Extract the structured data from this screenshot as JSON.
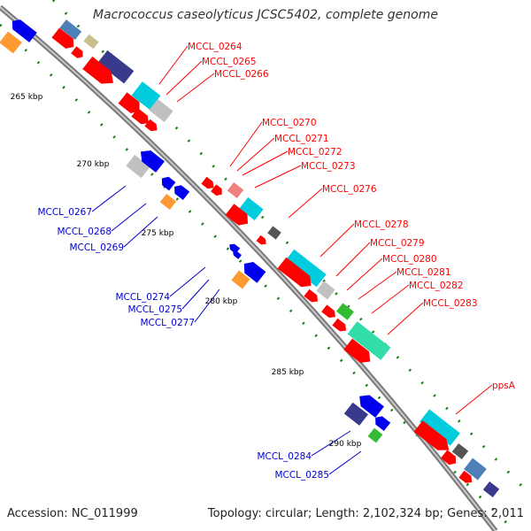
{
  "title": "Macrococcus caseolyticus JCSC5402, complete genome",
  "footer": {
    "accession": "Accession: NC_011999",
    "topology": "Topology: circular; Length: 2,102,324 bp; Genes: 2,011"
  },
  "colors": {
    "forward_label": "#ff0000",
    "reverse_label": "#0000cc",
    "backbone": "#888888",
    "tick": "#1a7a1a"
  },
  "kbp_labels": [
    "265 kbp",
    "270 kbp",
    "275 kbp",
    "280 kbp",
    "285 kbp",
    "290 kbp"
  ],
  "forward_labels": [
    "MCCL_0264",
    "MCCL_0265",
    "MCCL_0266",
    "MCCL_0270",
    "MCCL_0271",
    "MCCL_0272",
    "MCCL_0273",
    "MCCL_0276",
    "MCCL_0278",
    "MCCL_0279",
    "MCCL_0280",
    "MCCL_0281",
    "MCCL_0282",
    "MCCL_0283",
    "ppsA"
  ],
  "reverse_labels": [
    "MCCL_0267",
    "MCCL_0268",
    "MCCL_0269",
    "MCCL_0274",
    "MCCL_0275",
    "MCCL_0277",
    "MCCL_0284",
    "MCCL_0285"
  ]
}
